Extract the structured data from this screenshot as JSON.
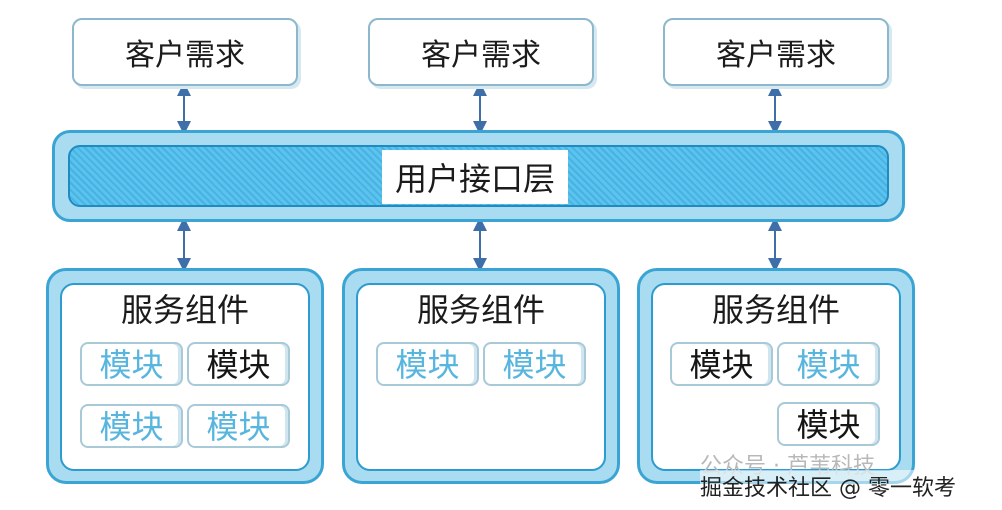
{
  "requirements": [
    "客户需求",
    "客户需求",
    "客户需求"
  ],
  "user_interface_layer": "用户接口层",
  "service_components": [
    {
      "title": "服务组件",
      "modules": [
        {
          "label": "模块",
          "tone": "light"
        },
        {
          "label": "模块",
          "tone": "dark"
        },
        {
          "label": "模块",
          "tone": "light"
        },
        {
          "label": "模块",
          "tone": "light"
        }
      ]
    },
    {
      "title": "服务组件",
      "modules": [
        {
          "label": "模块",
          "tone": "light"
        },
        {
          "label": "模块",
          "tone": "light"
        }
      ]
    },
    {
      "title": "服务组件",
      "modules": [
        {
          "label": "模块",
          "tone": "dark"
        },
        {
          "label": "模块",
          "tone": "light"
        },
        {
          "label": "模块",
          "tone": "dark"
        }
      ]
    }
  ],
  "watermark": {
    "line1": "公众号 · 芦苇科技",
    "line2": "掘金技术社区 @ 零一软考"
  },
  "colors": {
    "layer_fill": "#a9dcf0",
    "layer_border": "#3aa4d4",
    "bar_fill": "#5cc2ee",
    "module_light_text": "#58b6de",
    "arrow": "#3f6fa8"
  }
}
